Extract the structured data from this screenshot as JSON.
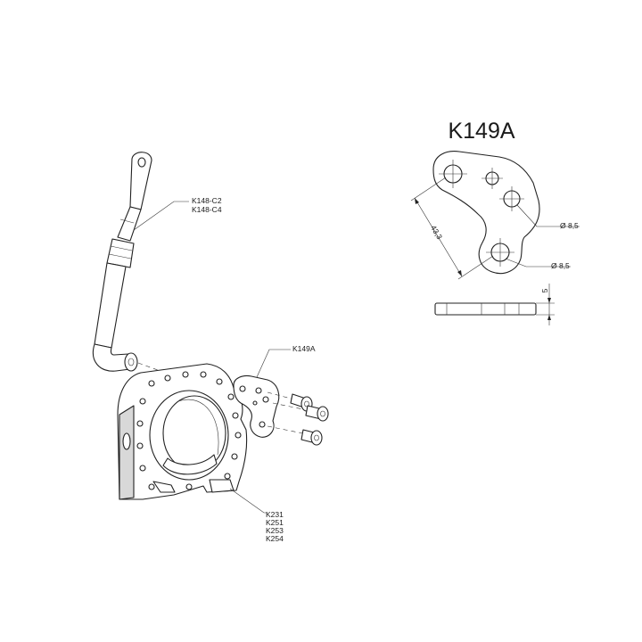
{
  "title": "K149A",
  "parts": {
    "rod_label_1": "K148-C2",
    "rod_label_2": "K148-C4",
    "plate_label": "K149A",
    "mount_label_1": "K231",
    "mount_label_2": "K251",
    "mount_label_3": "K253",
    "mount_label_4": "K254"
  },
  "dimensions": {
    "hole_diameter_1": "Ø 8,5",
    "hole_diameter_2": "Ø 8,5",
    "center_distance": "43,3",
    "thickness": "5"
  }
}
